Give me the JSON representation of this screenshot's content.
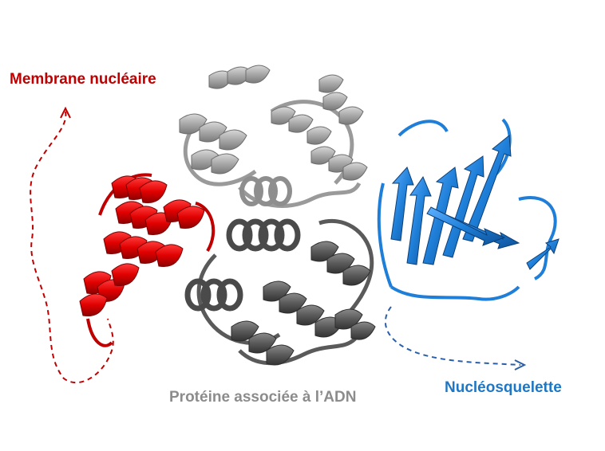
{
  "labels": {
    "membrane": "Membrane nucléaire",
    "dna_protein": "Protéine associée à l’ADN",
    "nucleoskeleton": "Nucléosquelette"
  },
  "colors": {
    "membrane": "#c00000",
    "dna_protein": "#8c8c8c",
    "nucleoskeleton": "#1f77c4",
    "helix_red": "#e00000",
    "helix_light_gray": "#b4b4b4",
    "helix_dark_gray": "#555555",
    "sheet_blue": "#1f7fd8"
  }
}
